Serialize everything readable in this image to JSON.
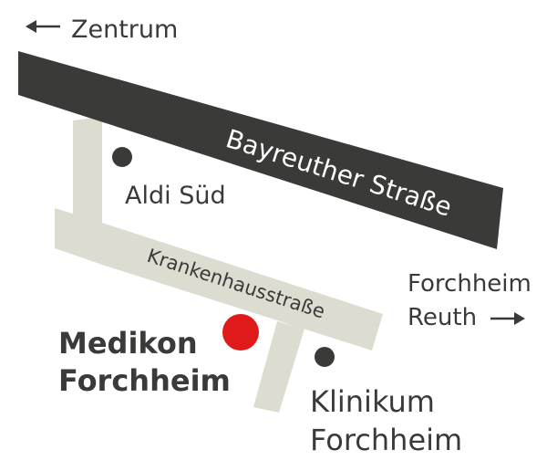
{
  "labels": {
    "zentrum": "Zentrum",
    "bayreuther": "Bayreuther Straße",
    "aldi": "Aldi Süd",
    "krankenhaus": "Krankenhausstraße",
    "forchheim_reuth_1": "Forchheim",
    "forchheim_reuth_2": "Reuth",
    "medikon_1": "Medikon",
    "medikon_2": "Forchheim",
    "klinikum_1": "Klinikum",
    "klinikum_2": "Forchheim"
  },
  "icons": {
    "left_arrow": "left-arrow-icon",
    "right_arrow": "right-arrow-icon"
  },
  "colors": {
    "main_road": "#3a3a38",
    "side_road": "#dcdcd0",
    "poi_dot": "#3a3a38",
    "highlight_dot": "#e0191b",
    "text": "#3a3a38"
  }
}
